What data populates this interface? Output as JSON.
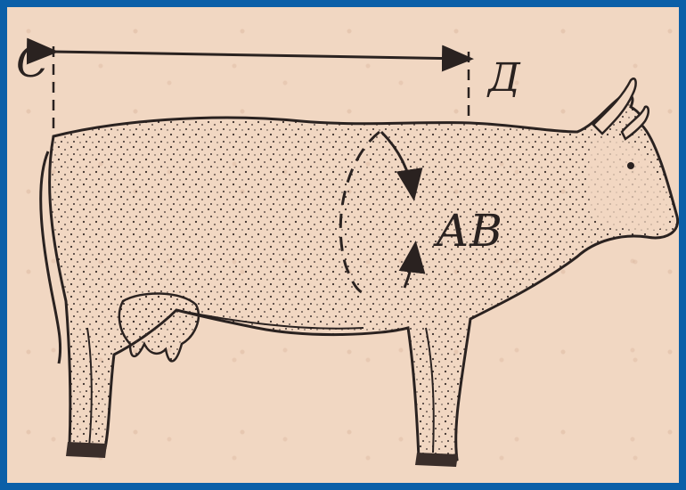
{
  "labels": {
    "c": "С",
    "d": "Д",
    "ab": "AB"
  },
  "colors": {
    "frame": "#0b5fa8",
    "paper": "#f1d7c2",
    "ink": "#2a2220"
  }
}
